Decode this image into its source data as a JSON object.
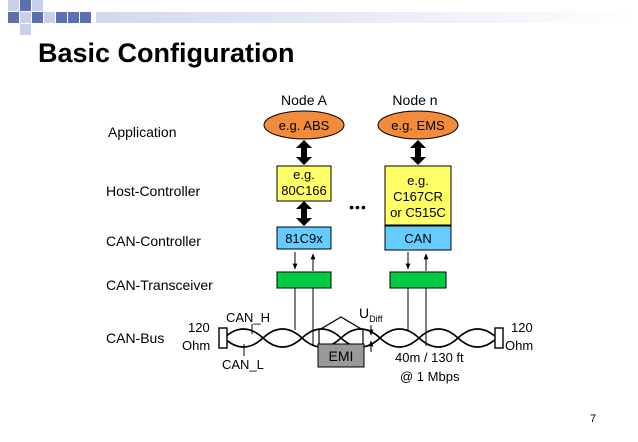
{
  "slide": {
    "title": "Basic Configuration",
    "page_number": "7"
  },
  "layers": {
    "application": "Application",
    "host_controller": "Host-Controller",
    "can_controller": "CAN-Controller",
    "can_transceiver": "CAN-Transceiver",
    "can_bus": "CAN-Bus"
  },
  "node_a": {
    "title": "Node A",
    "application": "e.g. ABS",
    "host_lines": [
      "e.g.",
      "80C166"
    ],
    "controller": "81C9x"
  },
  "node_n": {
    "title": "Node n",
    "application": "e.g. EMS",
    "host_lines": [
      "e.g.",
      "C167CR",
      "or C515C"
    ],
    "controller": "CAN"
  },
  "ellipsis": "•••",
  "bus": {
    "can_h": "CAN_H",
    "can_l": "CAN_L",
    "termination_left": [
      "120",
      "Ohm"
    ],
    "termination_right": [
      "120",
      "Ohm"
    ],
    "udiff_main": "U",
    "udiff_sub": "Diff",
    "emi": "EMI",
    "length_spec": [
      "40m / 130 ft",
      "@ 1 Mbps"
    ]
  },
  "colors": {
    "application_oval": "#f28c3a",
    "host_box": "#ffff66",
    "controller_box": "#66ccff",
    "transceiver_box": "#00cc44",
    "emi_box": "#999999",
    "accent_squares": "#5b6fb3"
  }
}
